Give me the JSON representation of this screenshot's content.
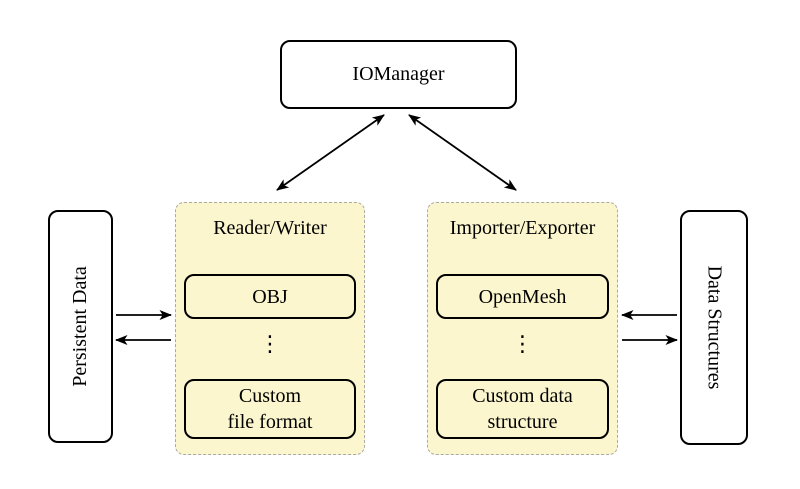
{
  "colors": {
    "background": "#ffffff",
    "group_fill": "#fbf6ce",
    "group_border": "#a9a9a9",
    "node_fill": "#ffffff",
    "line_color": "#000000"
  },
  "diagram": {
    "nodes": {
      "iomanager": "IOManager",
      "persistent_data": "Persistent Data",
      "data_structures": "Data Structures"
    },
    "groups": [
      {
        "label": "Reader/Writer",
        "top_item": "OBJ",
        "ellipsis": "⋮",
        "bottom_item_lines": [
          "Custom",
          "file format"
        ]
      },
      {
        "label": "Importer/Exporter",
        "top_item": "OpenMesh",
        "ellipsis": "⋮",
        "bottom_item_lines": [
          "Custom data",
          "structure"
        ]
      }
    ]
  }
}
